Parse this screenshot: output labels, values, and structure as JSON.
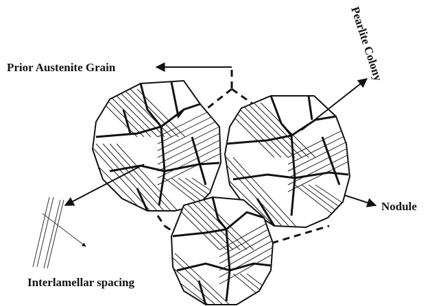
{
  "labels": {
    "prior_austenite_grain": "Prior Austenite Grain",
    "pearlite_colony": "Pearlite Colony",
    "nodule": "Nodule",
    "interlamellar_spacing": "Interlamellar spacing"
  },
  "colors": {
    "ink": "#111111",
    "background": "#ffffff"
  }
}
